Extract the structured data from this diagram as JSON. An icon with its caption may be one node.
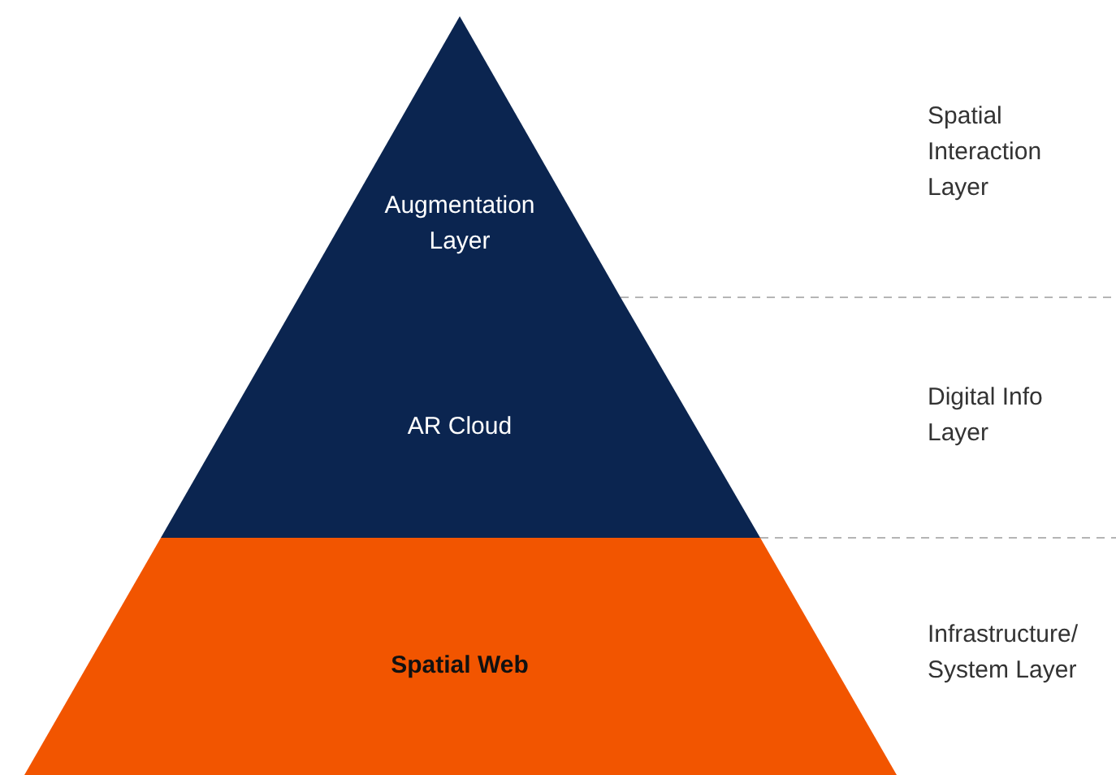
{
  "diagram": {
    "nodes": [
      {
        "text": [
          "Augmentation Layer"
        ]
      },
      {
        "text": [
          "AR Cloud"
        ]
      },
      {
        "text": [
          "Spatial Web"
        ]
      }
    ],
    "labels": [
      "Spatial Interaction Layer",
      "Digital Info Layer",
      "Infrastructure/ System Layer"
    ]
  }
}
